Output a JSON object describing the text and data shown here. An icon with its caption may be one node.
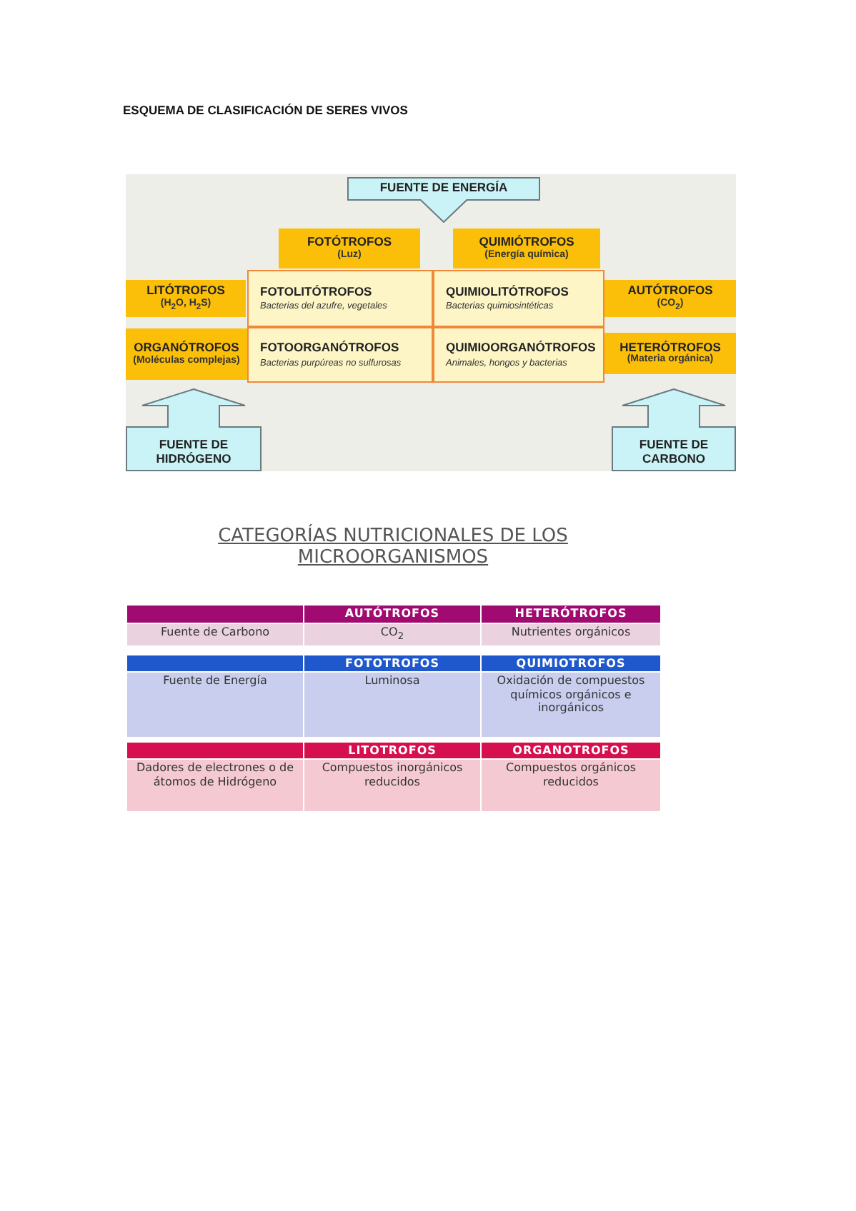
{
  "diagram": {
    "title": "ESQUEMA DE CLASIFICACIÓN DE SERES VIVOS",
    "nodes": [
      {
        "text": [
          "FUENTE DE ENERGÍA"
        ]
      },
      {
        "text": [
          "FOTÓTROFOS",
          "(Luz)"
        ]
      },
      {
        "text": [
          "QUIMIÓTROFOS",
          "(Energía química)"
        ]
      },
      {
        "text": [
          "LITÓTROFOS",
          "(H$_{2}$O, H$_{2}$S)"
        ]
      },
      {
        "text": [
          "FOTOLITÓTROFOS",
          "Bacterias del azufre, vegetales"
        ]
      },
      {
        "text": [
          "QUIMIOLITÓTROFOS",
          "Bacterias quimiosintéticas"
        ]
      },
      {
        "text": [
          "AUTÓTROFOS",
          "(CO$_{2}$)"
        ]
      },
      {
        "text": [
          "ORGANÓTROFOS",
          "(Moléculas complejas)"
        ]
      },
      {
        "text": [
          "FOTOORGANÓTROFOS",
          "Bacterias purpúreas no sulfurosas"
        ]
      },
      {
        "text": [
          "QUIMIOORGANÓTROFOS",
          "Animales, hongos y bacterias"
        ]
      },
      {
        "text": [
          "HETERÓTROFOS",
          "(Materia orgánica)"
        ]
      },
      {
        "text": [
          "FUENTE DE HIDRÓGENO"
        ]
      },
      {
        "text": [
          "FUENTE DE CARBONO"
        ]
      }
    ],
    "labels": [
      "CATEGORÍAS NUTRICIONALES DE LOS MICROORGANISMOS",
      "AUTÓTROFOS",
      "HETERÓTROFOS",
      "Fuente de Carbono",
      "CO$_{2}$",
      "Nutrientes orgánicos",
      "FOTOTROFOS",
      "QUIMIOTROFOS",
      "Fuente de Energía",
      "Luminosa",
      "Oxidación de compuestos químicos orgánicos e inorgánicos",
      "LITOTROFOS",
      "ORGANOTROFOS",
      "Dadores de electrones o de átomos de Hidrógeno",
      "Compuestos inorgánicos reducidos",
      "Compuestos orgánicos reducidos"
    ]
  }
}
